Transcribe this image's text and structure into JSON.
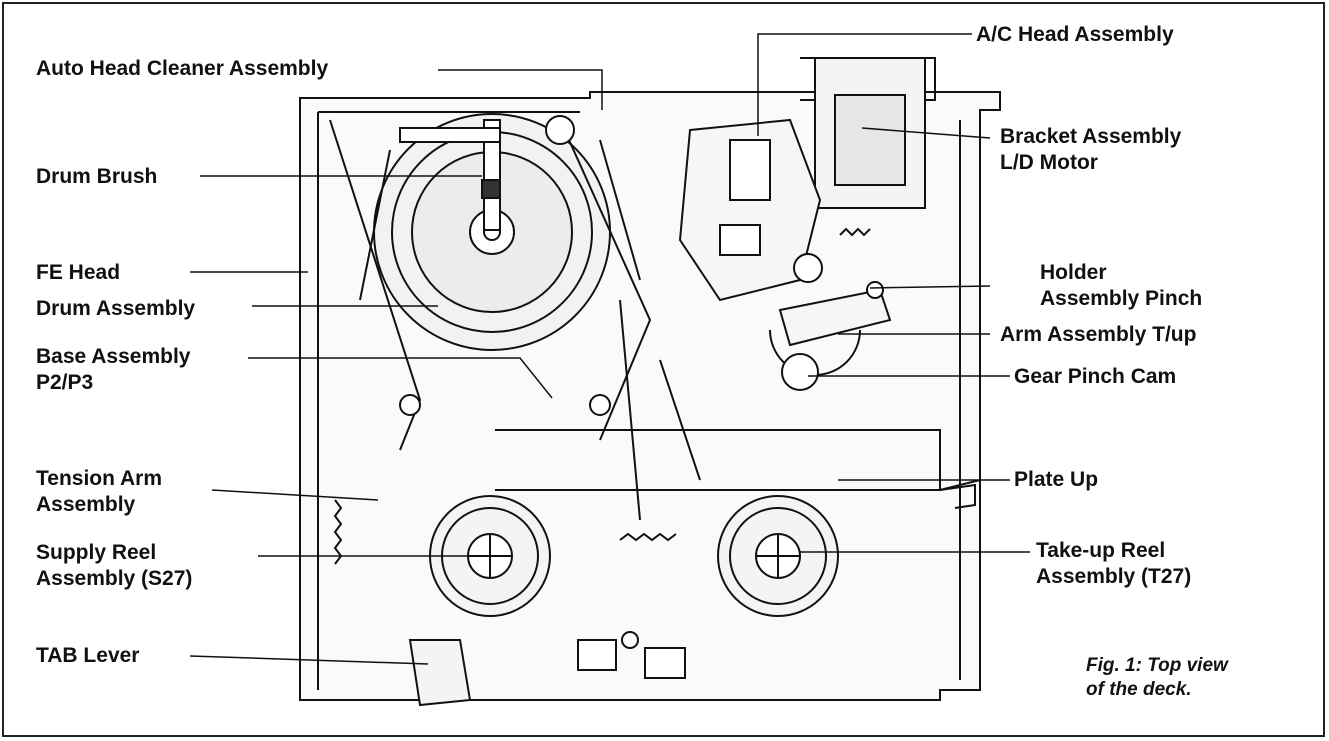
{
  "labels": {
    "auto_head_cleaner": "Auto Head Cleaner Assembly",
    "drum_brush": "Drum Brush",
    "fe_head": "FE Head",
    "drum_assembly": "Drum Assembly",
    "base_assembly_l1": "Base Assembly",
    "base_assembly_l2": "P2/P3",
    "tension_arm_l1": "Tension Arm",
    "tension_arm_l2": "Assembly",
    "supply_reel_l1": "Supply Reel",
    "supply_reel_l2": "Assembly (S27)",
    "tab_lever": "TAB Lever",
    "ac_head": "A/C Head Assembly",
    "bracket_l1": "Bracket Assembly",
    "bracket_l2": "L/D Motor",
    "holder_l1": "Holder",
    "holder_l2": "Assembly Pinch",
    "arm_tup": "Arm Assembly T/up",
    "gear_pinch": "Gear Pinch Cam",
    "plate_up": "Plate Up",
    "takeup_l1": "Take-up Reel",
    "takeup_l2": "Assembly (T27)"
  },
  "caption": {
    "line1": "Fig. 1: Top view",
    "line2": "of the deck."
  },
  "colors": {
    "ink": "#111111",
    "paper": "#ffffff"
  }
}
